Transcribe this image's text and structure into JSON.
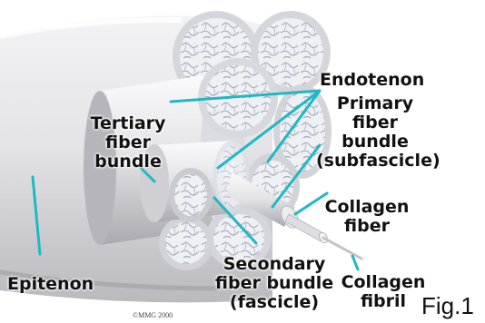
{
  "labels": {
    "endotenon": "Endotenon",
    "primary_1": "Primary",
    "primary_2": "fiber",
    "primary_3": "bundle",
    "primary_4": "(subfascicle)",
    "tertiary_1": "Tertiary",
    "tertiary_2": "fiber",
    "tertiary_3": "bundle",
    "collagen_fiber_1": "Collagen",
    "collagen_fiber_2": "fiber",
    "secondary_1": "Secondary",
    "secondary_2": "fiber bundle",
    "secondary_3": "(fascicle)",
    "collagen_fibril_1": "Collagen",
    "collagen_fibril_2": "fibril",
    "epitenon": "Epitenon"
  },
  "figure_label": "Fig.1",
  "copyright": "©MMG 2000",
  "colors": {
    "leader_line": "#1fb8c4",
    "label_text": "#111111",
    "tissue_base": "#e6e6e8",
    "tissue_shadow": "#a8a8ae",
    "fiber_texture": "#9aa0b0",
    "background": "#ffffff"
  }
}
